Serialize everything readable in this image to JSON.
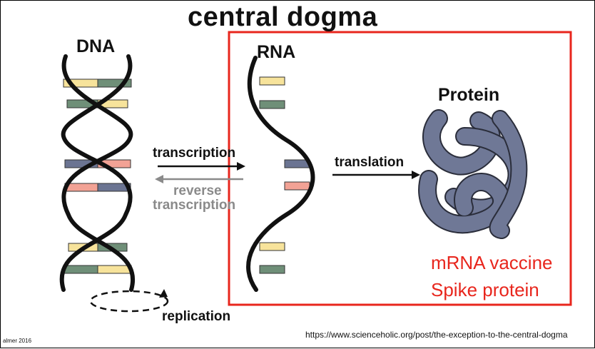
{
  "title": "central dogma",
  "dna_label": "DNA",
  "rna_label": "RNA",
  "protein_label": "Protein",
  "transcription_label": "transcription",
  "reverse_label_line1": "reverse",
  "reverse_label_line2": "transcription",
  "translation_label": "translation",
  "replication_label": "replication",
  "highlight_text_line1": "mRNA vaccine",
  "highlight_text_line2": "Spike protein",
  "source_url": "https://www.scienceholic.org/post/the-exception-to-the-central-dogma",
  "credit_text": "almer 2016",
  "colors": {
    "highlight_red": "#e8261d",
    "base_yellow": "#f7e39b",
    "base_green": "#6f8f78",
    "base_blue": "#6b7492",
    "base_pink": "#f2a295",
    "protein_fill": "#6f7896",
    "reverse_arrow_gray": "#8a8a8a"
  }
}
